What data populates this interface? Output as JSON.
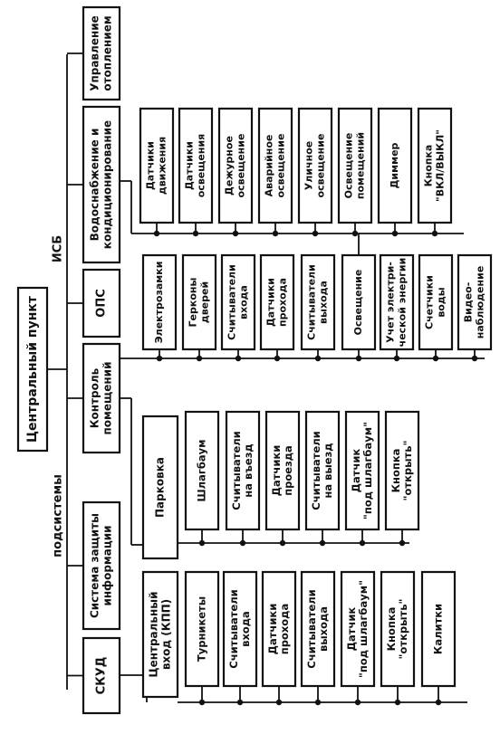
{
  "center": "Центральный пункт",
  "label_subsystems": "подсистемы",
  "label_isb": "ИСБ",
  "top": {
    "skud": "СКУД",
    "szi": [
      "Система защиты",
      "информации"
    ],
    "kontrol": [
      "Контроль",
      "помещений"
    ],
    "ops": "ОПС",
    "water": [
      "Водоснабжение и",
      "кондиционирование"
    ],
    "heat": [
      "Управление",
      "отоплением"
    ]
  },
  "entrance": {
    "title": [
      "Центральный",
      "вход (КПП)"
    ],
    "items": [
      [
        "Турникеты"
      ],
      [
        "Считыватели",
        "входа"
      ],
      [
        "Датчики",
        "прохода"
      ],
      [
        "Считыватели",
        "выхода"
      ],
      [
        "Датчик",
        "\"под шлагбаум\""
      ],
      [
        "Кнопка",
        "\"открыть\""
      ],
      [
        "Калитки"
      ]
    ]
  },
  "parking": {
    "title": [
      "Парковка"
    ],
    "items": [
      [
        "Шлагбаум"
      ],
      [
        "Считыватели",
        "на въезд"
      ],
      [
        "Датчики",
        "проезда"
      ],
      [
        "Считыватели",
        "на выезд"
      ],
      [
        "Датчик",
        "\"под шлагбаум\""
      ],
      [
        "Кнопка",
        "\"открыть\""
      ]
    ]
  },
  "rooms": {
    "items": [
      [
        "Электрозамки"
      ],
      [
        "Герконы",
        "дверей"
      ],
      [
        "Считыватели",
        "входа"
      ],
      [
        "Датчики",
        "прохода"
      ],
      [
        "Считыватели",
        "выхода"
      ],
      [
        "Освещение"
      ],
      [
        "Учет электри-",
        "ческой энергии"
      ],
      [
        "Счетчики",
        "воды"
      ],
      [
        "Видео-",
        "наблюдение"
      ]
    ]
  },
  "lighting": {
    "items": [
      [
        "Датчики",
        "движения"
      ],
      [
        "Датчики",
        "освещения"
      ],
      [
        "Дежурное",
        "освещение"
      ],
      [
        "Аварийное",
        "освещение"
      ],
      [
        "Уличное",
        "освещение"
      ],
      [
        "Освещение",
        "помещений"
      ],
      [
        "Диммер"
      ],
      [
        "Кнопка",
        "\"ВКЛ/ВЫКЛ\""
      ]
    ]
  }
}
